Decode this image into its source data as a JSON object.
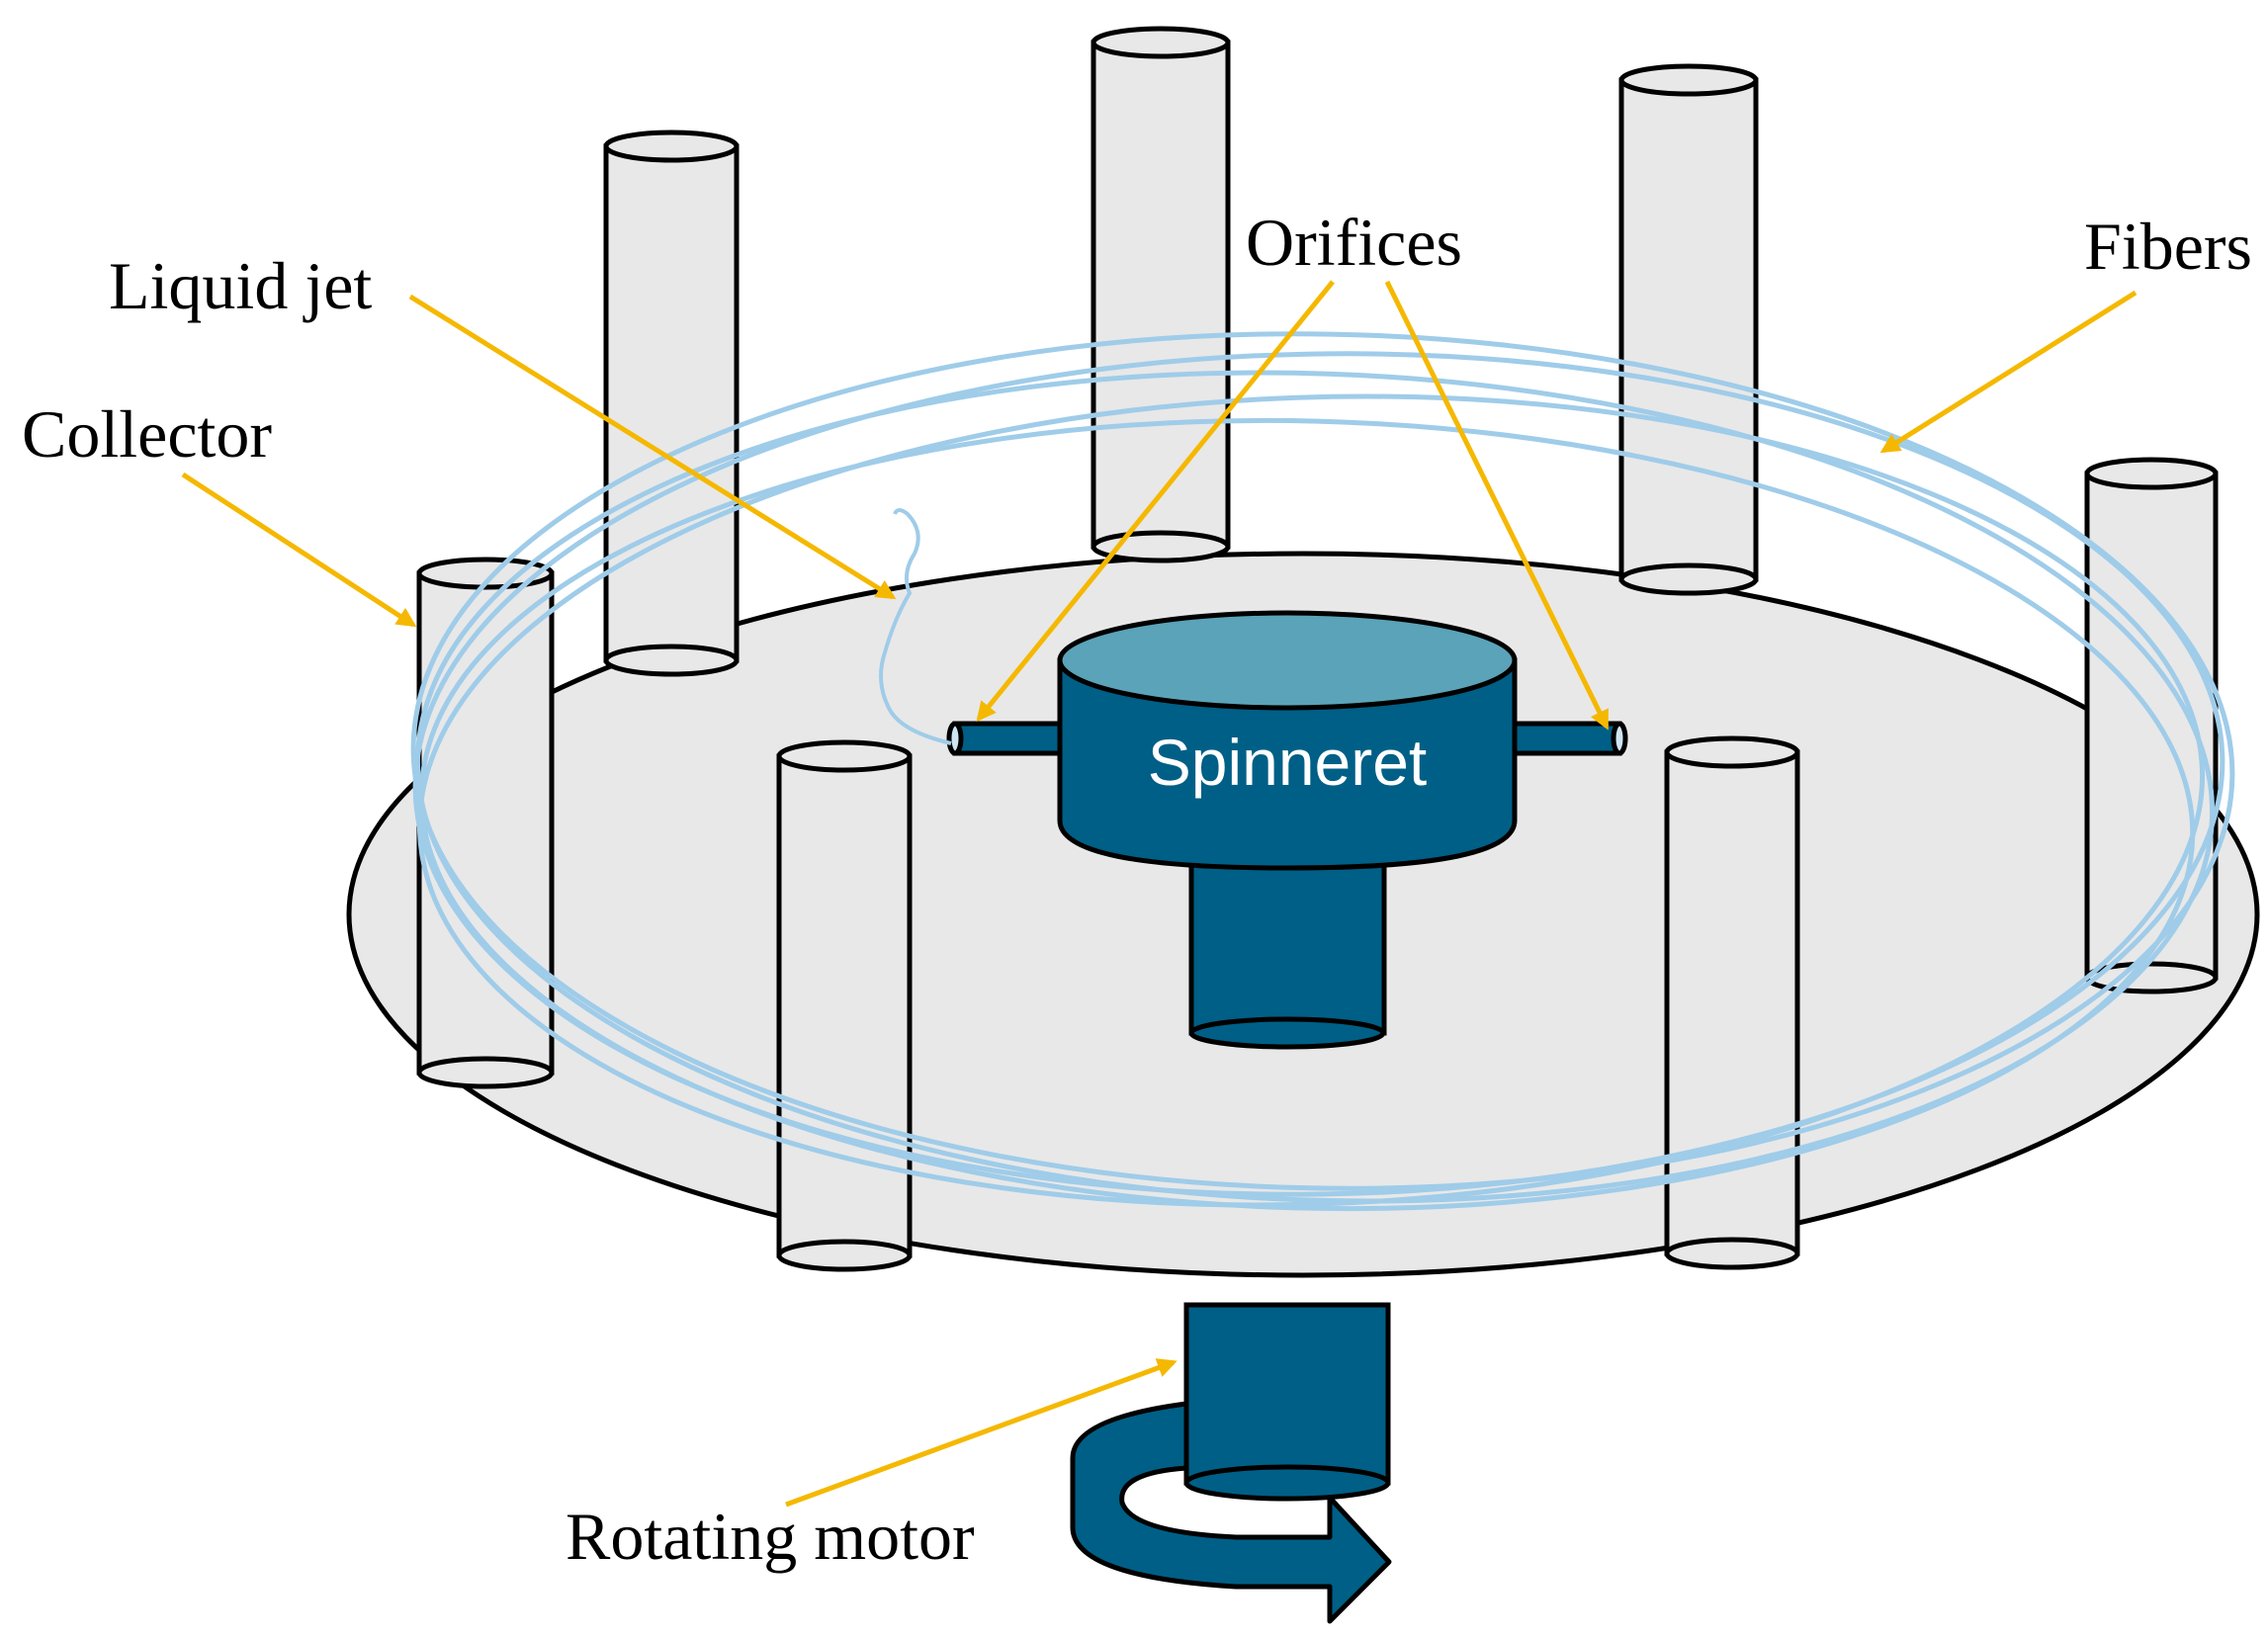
{
  "labels": {
    "liquid_jet": "Liquid jet",
    "collector": "Collector",
    "orifices": "Orifices",
    "fibers": "Fibers",
    "spinneret": "Spinneret",
    "rotating_motor": "Rotating motor"
  },
  "colors": {
    "plate": "#e8e8e8",
    "pillar": "#e8e8e8",
    "spinneret_body": "#005f86",
    "spinneret_top": "#5ba3b8",
    "fiber": "#9fcce9",
    "arrow": "#f5b800",
    "outline": "#000000"
  }
}
